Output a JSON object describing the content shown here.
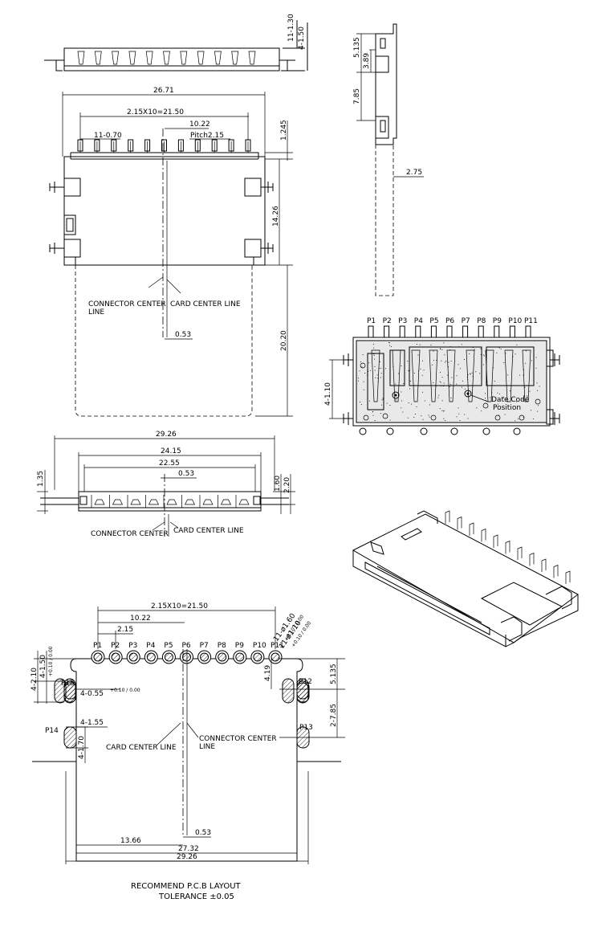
{
  "top_view": {
    "dims": {
      "d_11_130": "11-1.30",
      "d_4_150": "4-1.50",
      "d_2671": "26.71",
      "d_215x10": "2.15X10=21.50",
      "d_1022": "10.22",
      "d_11_070": "11-0.70",
      "d_pitch": "Pitch2.15",
      "d_1245": "1.245",
      "d_1426": "14.26",
      "d_2020": "20.20",
      "d_053": "0.53"
    },
    "labels": {
      "connector_center": "CONNECTOR CENTER",
      "line": "LINE",
      "card_center": "CARD CENTER LINE"
    }
  },
  "side_view": {
    "dims": {
      "d_5135": "5.135",
      "d_389": "3.89",
      "d_785": "7.85",
      "d_275": "2.75"
    }
  },
  "bottom_view": {
    "pins": [
      "P1",
      "P2",
      "P3",
      "P4",
      "P5",
      "P6",
      "P7",
      "P8",
      "P9",
      "P10",
      "P11"
    ],
    "d_4_110": "4-1.10",
    "date_code": "Date Code",
    "position": "Position"
  },
  "front_view": {
    "dims": {
      "d_2926": "29.26",
      "d_2415": "24.15",
      "d_2255": "22.55",
      "d_053": "0.53",
      "d_135": "1.35",
      "d_160": "1.60",
      "d_220": "2.20"
    },
    "labels": {
      "connector_center": "CONNECTOR CENTER",
      "card_center": "CARD CENTER LINE"
    }
  },
  "pcb_layout": {
    "pins": [
      "P1",
      "P2",
      "P3",
      "P4",
      "P5",
      "P6",
      "P7",
      "P8",
      "P9",
      "P10",
      "P11"
    ],
    "side_pins": {
      "p12": "P12",
      "p13": "P13",
      "p14": "P14",
      "p15": "P15"
    },
    "dims": {
      "d_215x10": "2.15X10=21.50",
      "d_1022": "10.22",
      "d_215": "2.15",
      "d_11_160": "11-ø1.60",
      "d_11_160_tol": "+0.10 / 0.00",
      "d_11_110": "11-ø1.10",
      "d_11_110_tol": "+0.10 / 0.00",
      "d_4_210": "4-2.10",
      "d_4_150": "4-1.50",
      "d_4_150_tol": "+0.10 / 0.00",
      "d_4_055": "4-0.55",
      "d_4_055_tol": "+0.10 / 0.00",
      "d_4_155": "4-1.55",
      "d_4_170": "4-1.70",
      "d_419": "4.19",
      "d_5135": "5.135",
      "d_2_785": "2-7.85",
      "d_1366": "13.66",
      "d_053": "0.53",
      "d_2732": "27.32",
      "d_2926": "29.26"
    },
    "labels": {
      "card_center": "CARD CENTER LINE",
      "connector_center": "CONNECTOR CENTER",
      "line": "LINE"
    }
  },
  "footer": {
    "line1": "RECOMMEND  P.C.B  LAYOUT",
    "line2": "TOLERANCE  ±0.05"
  }
}
